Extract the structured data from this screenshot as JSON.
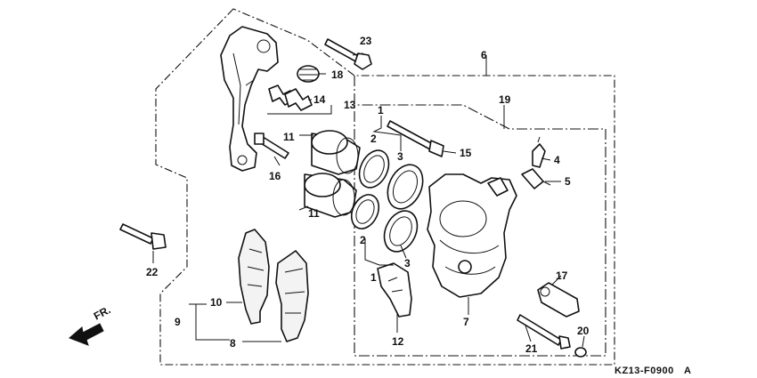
{
  "diagram": {
    "callouts": {
      "c1a": "1",
      "c1b": "1",
      "c2a": "2",
      "c2b": "2",
      "c3a": "3",
      "c3b": "3",
      "c4": "4",
      "c5": "5",
      "c6": "6",
      "c7": "7",
      "c8": "8",
      "c9": "9",
      "c10": "10",
      "c11a": "11",
      "c11b": "11",
      "c12": "12",
      "c13": "13",
      "c14": "14",
      "c15": "15",
      "c16": "16",
      "c17": "17",
      "c18": "18",
      "c19": "19",
      "c20": "20",
      "c21": "21",
      "c22": "22",
      "c23": "23"
    },
    "front_label": "FR.",
    "diagram_code": "KZ13-F0900",
    "diagram_code_suffix": "A"
  }
}
